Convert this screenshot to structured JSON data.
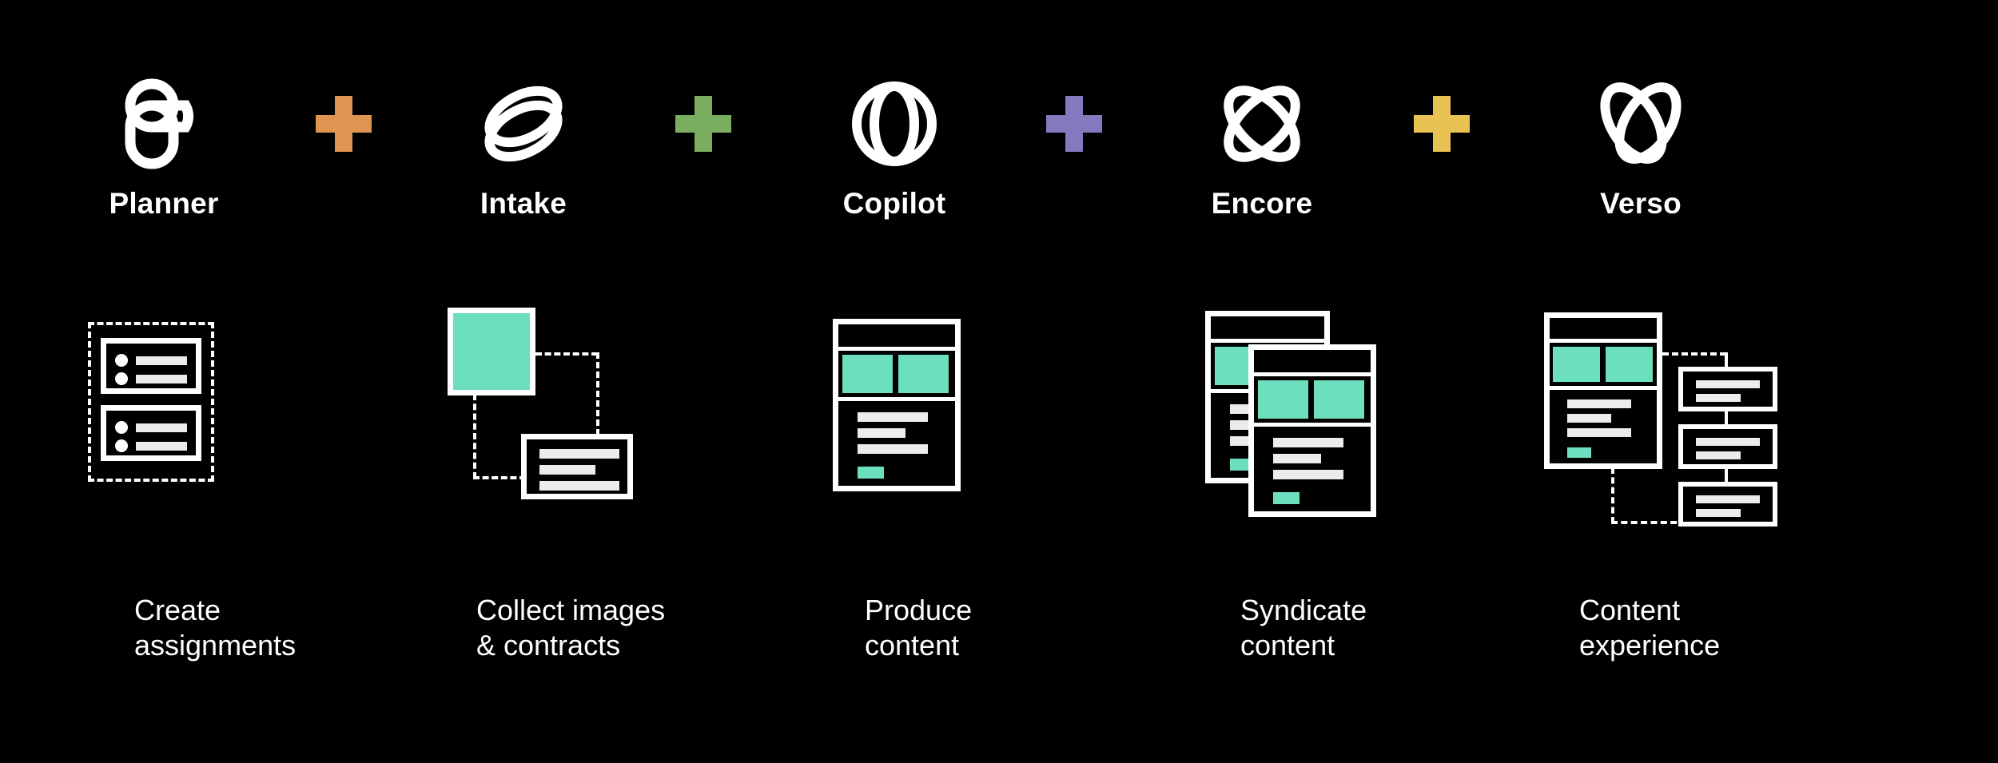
{
  "theme": {
    "background": "#000000",
    "foreground": "#ffffff",
    "teal": "#6BDFBE",
    "bar_gray": "#ececec"
  },
  "products": [
    {
      "name": "Planner",
      "icon": "planner-logo-icon"
    },
    {
      "name": "Intake",
      "icon": "intake-logo-icon"
    },
    {
      "name": "Copilot",
      "icon": "copilot-logo-icon"
    },
    {
      "name": "Encore",
      "icon": "encore-logo-icon"
    },
    {
      "name": "Verso",
      "icon": "verso-logo-icon"
    }
  ],
  "separators": [
    {
      "icon": "plus-icon",
      "color": "#DD9551"
    },
    {
      "icon": "plus-icon",
      "color": "#79AD5F"
    },
    {
      "icon": "plus-icon",
      "color": "#8279BE"
    },
    {
      "icon": "plus-icon",
      "color": "#E8C353"
    }
  ],
  "steps": [
    {
      "caption": "Create\nassignments",
      "illustration": "assignments-list-illustration"
    },
    {
      "caption": "Collect images\n& contracts",
      "illustration": "image-contract-link-illustration"
    },
    {
      "caption": "Produce\ncontent",
      "illustration": "content-page-illustration"
    },
    {
      "caption": "Syndicate\ncontent",
      "illustration": "stacked-pages-illustration"
    },
    {
      "caption": "Content\nexperience",
      "illustration": "content-experience-tree-illustration"
    }
  ]
}
